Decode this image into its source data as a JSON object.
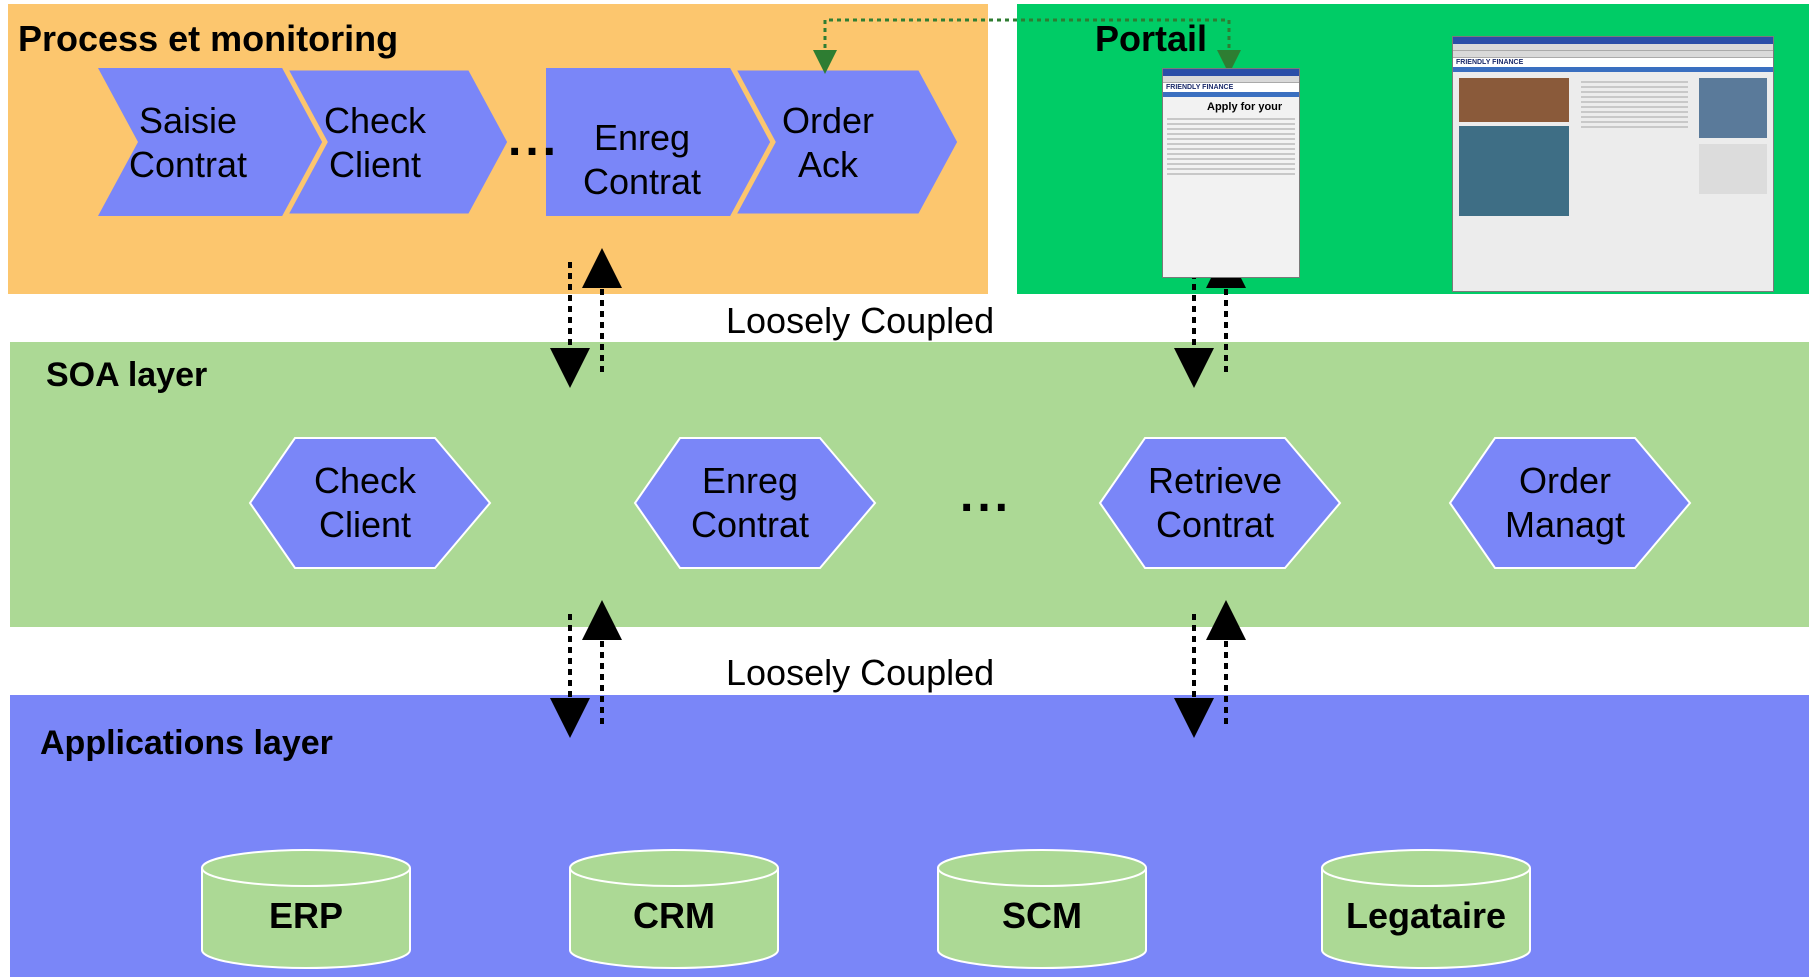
{
  "process_panel": {
    "title": "Process et monitoring",
    "steps": [
      {
        "label": "Saisie\nContrat"
      },
      {
        "label": "Check\nClient"
      },
      {
        "label": "Enreg\nContrat"
      },
      {
        "label": "Order\nAck"
      }
    ],
    "ellipsis": "..."
  },
  "portal_panel": {
    "title": "Portail",
    "screenshots": {
      "form": {
        "brand": "FRIENDLY FINANCE",
        "heading": "Apply for your"
      },
      "portal": {
        "brand": "FRIENDLY FINANCE"
      }
    }
  },
  "coupling": {
    "upper": "Loosely Coupled",
    "lower": "Loosely Coupled"
  },
  "soa_layer": {
    "title": "SOA layer",
    "services": [
      {
        "label": "Check\nClient"
      },
      {
        "label": "Enreg\nContrat"
      },
      {
        "label": "Retrieve\nContrat"
      },
      {
        "label": "Order\nManagt"
      }
    ],
    "ellipsis": "..."
  },
  "applications_layer": {
    "title": "Applications layer",
    "systems": [
      {
        "label": "ERP"
      },
      {
        "label": "CRM"
      },
      {
        "label": "SCM"
      },
      {
        "label": "Legataire"
      }
    ]
  },
  "colors": {
    "process_bg": "#fcc66e",
    "portal_bg": "#00cc66",
    "soa_bg": "#acd995",
    "apps_bg": "#7a86f8",
    "shape_fill": "#7a86f8",
    "db_fill": "#acd995",
    "portal_link": "#2e7d32"
  }
}
